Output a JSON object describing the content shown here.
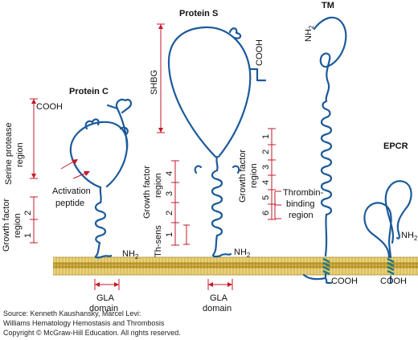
{
  "proteins": {
    "protein_c": "Protein C",
    "protein_s": "Protein S",
    "tm": "TM",
    "epcr": "EPCR"
  },
  "labels": {
    "cooh": "COOH",
    "nh2_base": "NH",
    "nh2_sub": "2",
    "serine_protease_1": "Serine protease",
    "serine_protease_2": "region",
    "activation_1": "Activation",
    "activation_2": "peptide",
    "growth_factor_1": "Growth factor",
    "growth_factor_2": "region",
    "shbg": "SHBG",
    "th_sens": "Th-sens",
    "thrombin_1": "Thrombin-",
    "thrombin_2": "binding",
    "thrombin_3": "region",
    "gla_1": "GLA",
    "gla_2": "domain"
  },
  "domain_numbers": {
    "protein_c_growth": [
      "2",
      "1"
    ],
    "protein_s_growth": [
      "4",
      "3",
      "2",
      "1"
    ],
    "tm_growth": [
      "1",
      "2",
      "3",
      "4",
      "5",
      "6"
    ]
  },
  "colors": {
    "protein": "#1c5a9a",
    "bracket": "#c4182a",
    "membrane": "#d9b84a",
    "membrane_edge": "#8a7420",
    "helix": "#1f7a84"
  },
  "source": {
    "line1": "Source: Kenneth Kaushansky, Marcel Levi:",
    "line2": "Williams Hematology Hemostasis and Thrombosis",
    "line3": "Copyright © McGraw-Hill Education. All rights reserved."
  }
}
